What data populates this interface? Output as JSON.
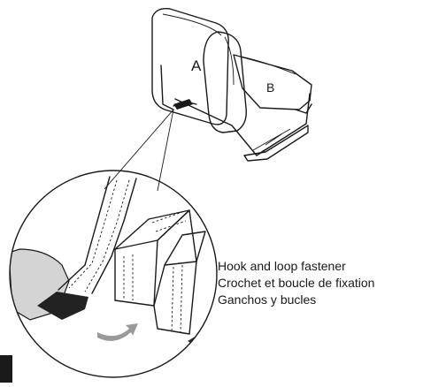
{
  "labels": {
    "part_a": "A",
    "part_b": "B"
  },
  "caption": {
    "en": "Hook and loop fastener",
    "fr": "Crochet et boucle de fixation",
    "es": "Ganchos y bucles"
  },
  "colors": {
    "ink": "#1a1a1a",
    "shadow": "#d4d4d4",
    "arrow_dark": "#333333",
    "arrow_light": "#9a9a9a",
    "fastener_strip": "#222222"
  }
}
